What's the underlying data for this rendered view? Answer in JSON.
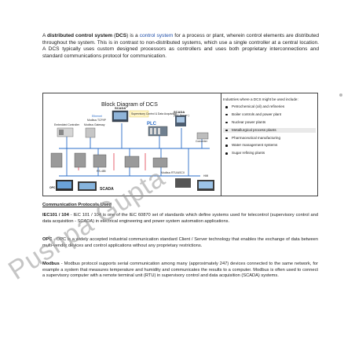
{
  "intro": {
    "p1": "A ",
    "term": "distributed control system",
    "p2": " (",
    "abbr": "DCS",
    "p3": ") is a ",
    "link": "control system",
    "p4": " for a process or plant, wherein control elements are distributed throughout the system. This is in contrast to non-distributed systems, which use a single controller at a central location. A DCS typically uses custom designed processors as controllers and uses both proprietary interconnections and standard communications protocol for communication."
  },
  "diagram": {
    "title": "Block Diagram of DCS",
    "labels": {
      "scada_top": "SCADA",
      "supervisory": "Supervisory Control & Data Acquisition",
      "scada_right": "SCADA",
      "scada_right_sub": "(IEC Server )",
      "ethernet": "Ethernet",
      "modbus_tcpip": "Modbus TCP/IP",
      "embedded": "Embedded Controller",
      "modbus_gateway": "Modbus Gateway",
      "plc": "PLC",
      "converter": "Converter",
      "rs485": "RS-485",
      "modbus_rtu": "Modbus RTU/ASCII",
      "hmi": "HMI",
      "opc": "OPC",
      "scada_bottom": "SCADA"
    }
  },
  "industries": {
    "heading": "Industries where a DCS might be used include:",
    "items": [
      "Petrochemical (oil) and refineries",
      "Boiler controls and power plant",
      "Nuclear power plants",
      "Metallurgical process plants",
      "Pharmaceutical manufacturing",
      "Water management systems",
      "Sugar refining plants"
    ]
  },
  "protocols": {
    "title": "Communication Protocols Used",
    "iec_name": "IEC101 / 104",
    "iec_text": "  - IEC 101 / 104 is one of the IEC 60870 set of standards which define systems used for telecontrol (supervisory control and data acquisition - SCADA) in electrical engineering and power system automation applications.",
    "opc_name": "OPC",
    "opc_text": " - OPC is a widely accepted industrial communication standard Client / Server technology that enables the exchange of data between multi-vendor devices and control applications without any proprietary restrictions.",
    "modbus_name": "Modbus",
    "modbus_text": " - Modbus protocol supports serial communication among many (approximately 247) devices connected to the same network, for example a system that measures temperature and humidity and communicates the results to a computer. Modbus is often used to connect a supervisory computer with a remote terminal unit (RTU) in supervisory control and data acquisition (SCADA) systems."
  },
  "watermark": "Pushpa Gupta"
}
